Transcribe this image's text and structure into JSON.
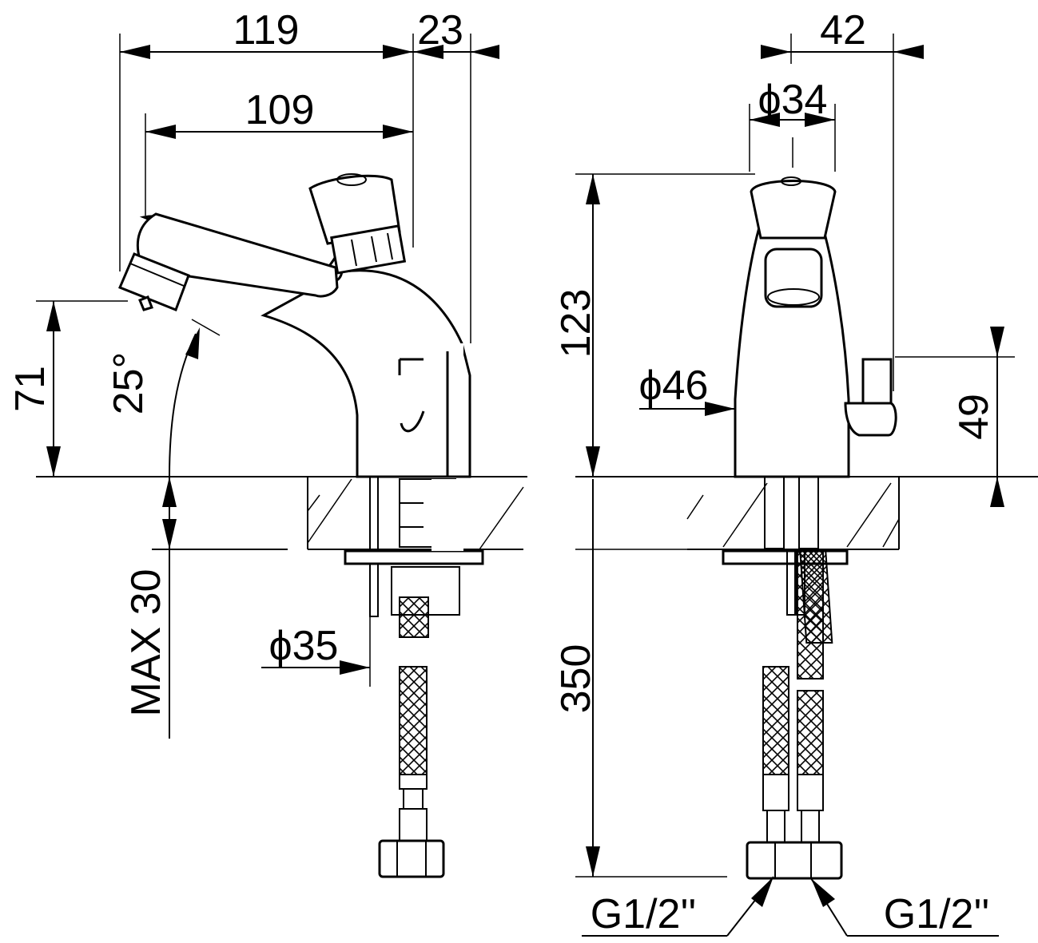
{
  "side_view": {
    "dim_overall_length": "119",
    "dim_head_offset": "23",
    "dim_spout_length": "109",
    "dim_spout_height": "71",
    "dim_angle": "25°",
    "dim_max_deck": "MAX 30",
    "dim_shank_dia": "ϕ35"
  },
  "front_view": {
    "dim_head_depth": "42",
    "dim_head_dia": "ϕ34",
    "dim_total_height": "123",
    "dim_body_dia": "ϕ46",
    "dim_lever_height": "49",
    "dim_hose_length": "350",
    "thread_left": "G1/2''",
    "thread_right": "G1/2''"
  }
}
